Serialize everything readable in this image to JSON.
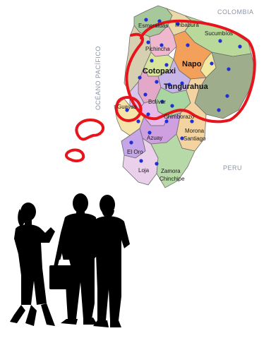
{
  "map": {
    "countries": {
      "north": "COLOMBIA",
      "south": "PERU",
      "ocean": "OCÉANO PACÍFICO"
    },
    "provinces": {
      "esmeraldas": "Esmeraldas",
      "imbabura": "Imbabura",
      "sucumbios": "Sucumbíos",
      "pichincha": "Pichincha",
      "cotopaxi": "Cotopaxi",
      "napo": "Napo",
      "tungurahua": "Tungurahua",
      "bolivar": "Bolívar",
      "chimborazo": "Chimborazo",
      "guayas": "Guayas",
      "morona": "Morona",
      "santiago": "Santiago",
      "azuay": "Azuay",
      "el_oro": "El Oro",
      "loja": "Loja",
      "zamora": "Zamora",
      "chinchipe": "Chinchipe"
    },
    "colors": {
      "highlight": "#e8141c",
      "city_dot": "#1f2fd6",
      "silhouette": "#000000"
    }
  },
  "illustration": {
    "people": [
      "woman-silhouette",
      "man-with-briefcase-silhouette",
      "bearded-man-silhouette"
    ]
  }
}
